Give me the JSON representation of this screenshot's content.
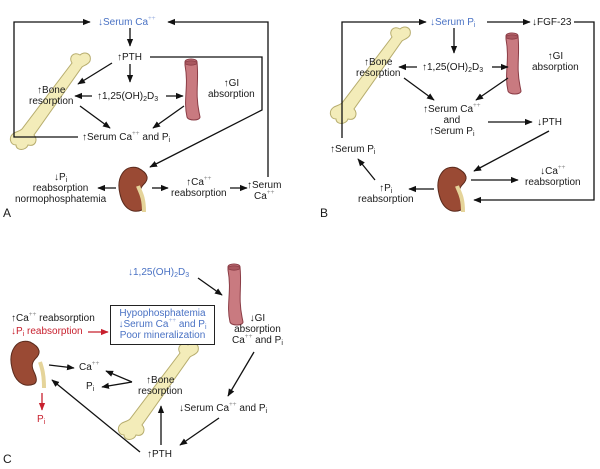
{
  "colors": {
    "text": "#1a1a1a",
    "blue_text": "#4a72c4",
    "red_text": "#c8202e",
    "bone": "#f3ecb9",
    "bone_outline": "#b7ad6e",
    "gut": "#c97a80",
    "gut_outline": "#8b3d46",
    "kidney": "#9a4a34",
    "kidney_outline": "#5a2a1c",
    "ureter": "#e5d49a"
  },
  "panels": {
    "A": {
      "letter": "A",
      "serum_ca": {
        "arrow": "↓",
        "text": "Serum Ca",
        "sup": "++"
      },
      "pth": {
        "arrow": "↑",
        "text": "PTH"
      },
      "vitd": {
        "arrow": "↑",
        "pre": "1,25(OH)",
        "sub1": "2",
        "mid": "D",
        "sub2": "3"
      },
      "bone_line1": "↑Bone",
      "bone_line2": "resorption",
      "gi_line1": "↑GI",
      "gi_line2": "absorption",
      "serum_ca_pi": {
        "pre": "↑Serum Ca",
        "sup": "++",
        "mid": " and P",
        "sub": "i"
      },
      "pi_reabs": {
        "line1_pre": "↓P",
        "line1_sub": "i",
        "line2": "reabsorption",
        "line3": "normophosphatemia"
      },
      "ca_reabs": {
        "line1_pre": "↑Ca",
        "line1_sup": "++",
        "line2": "reabsorption"
      },
      "serum_ca_up": {
        "line1": "↑Serum",
        "line2_pre": "Ca",
        "line2_sup": "++"
      }
    },
    "B": {
      "letter": "B",
      "serum_pi": {
        "pre": "↓Serum P",
        "sub": "i"
      },
      "fgf23": "↓FGF-23",
      "vitd": {
        "arrow": "↑",
        "pre": "1,25(OH)",
        "sub1": "2",
        "mid": "D",
        "sub2": "3"
      },
      "bone_line1": "↑Bone",
      "bone_line2": "resorption",
      "gi_line1": "↑GI",
      "gi_line2": "absorption",
      "serum_ca_up": {
        "pre": "↑Serum Ca",
        "sup": "++"
      },
      "and": "and",
      "serum_pi_up": {
        "pre": "↑Serum P",
        "sub": "i"
      },
      "pth": "↓PTH",
      "serum_pi_left": {
        "pre": "↑Serum P",
        "sub": "i"
      },
      "pi_reabs": {
        "line1_pre": "↑P",
        "line1_sub": "i",
        "line2": "reabsorption"
      },
      "ca_reabs": {
        "line1_pre": "↓Ca",
        "line1_sup": "++",
        "line2": "reabsorption"
      }
    },
    "C": {
      "letter": "C",
      "vitd": {
        "arrow": "↓",
        "pre": "1,25(OH)",
        "sub1": "2",
        "mid": "D",
        "sub2": "3"
      },
      "ca_reabs": {
        "pre": "↑Ca",
        "sup": "++",
        "post": " reabsorption"
      },
      "pi_reabs": {
        "pre": "↓P",
        "sub": "i",
        "post": " reabsorption"
      },
      "box_line1": "Hypophosphatemia",
      "box_line2": {
        "pre": "↓Serum Ca",
        "sup": "++",
        "mid": " and P",
        "sub": "i"
      },
      "box_line3": "Poor mineralization",
      "gi": {
        "line1": "↓GI",
        "line2": "absorption",
        "line3_pre": "Ca",
        "line3_sup": "++",
        "line3_mid": " and P",
        "line3_sub": "i"
      },
      "ca_out": {
        "pre": "Ca",
        "sup": "++"
      },
      "pi_out": {
        "pre": "P",
        "sub": "i"
      },
      "bone_line1": "↑Bone",
      "bone_line2": "resorption",
      "serum_down": {
        "pre": "↓Serum Ca",
        "sup": "++",
        "mid": " and P",
        "sub": "i"
      },
      "pth": "↑PTH",
      "urine_pi": {
        "pre": "P",
        "sub": "i"
      }
    }
  }
}
